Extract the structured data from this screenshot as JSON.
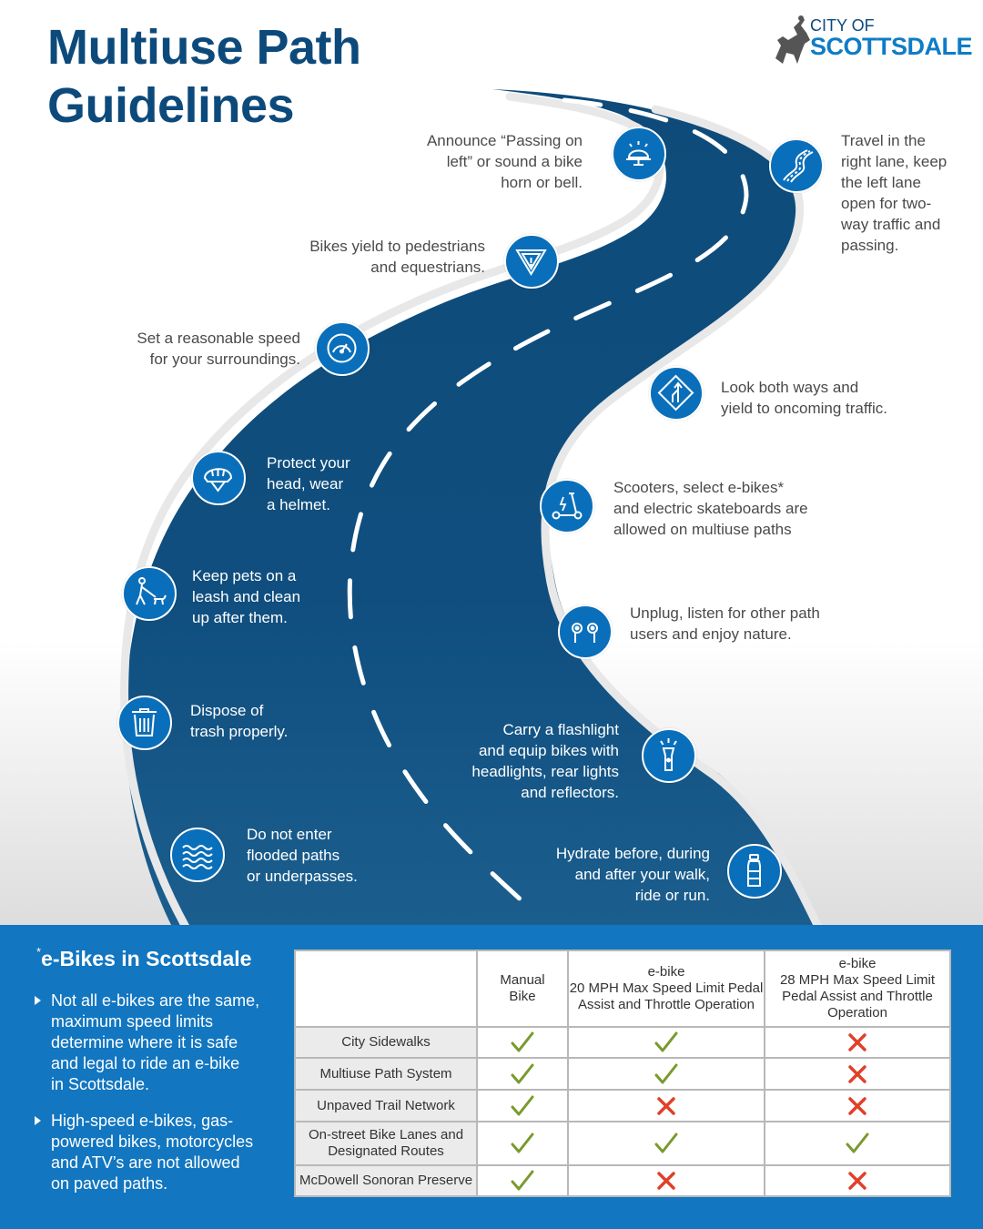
{
  "title": {
    "line1": "Multiuse Path",
    "line2": "Guidelines"
  },
  "logo": {
    "small": "CITY OF",
    "big": "SCOTTSDALE"
  },
  "tips": [
    {
      "id": "announce",
      "icon": "bell-icon",
      "lines": [
        "Announce “Passing on",
        "left” or sound a bike",
        "horn or bell."
      ]
    },
    {
      "id": "travel",
      "icon": "winding-lane-icon",
      "lines": [
        "Travel in the",
        "right lane, keep",
        "the left lane",
        "open for two-",
        "way traffic and",
        "passing."
      ]
    },
    {
      "id": "yield",
      "icon": "yield-sign-icon",
      "lines": [
        "Bikes yield to pedestrians",
        "and equestrians."
      ]
    },
    {
      "id": "speed",
      "icon": "speedometer-icon",
      "lines": [
        "Set a reasonable speed",
        "for your surroundings."
      ]
    },
    {
      "id": "look",
      "icon": "merge-sign-icon",
      "lines": [
        "Look both ways and",
        "yield to oncoming traffic."
      ]
    },
    {
      "id": "helmet",
      "icon": "helmet-icon",
      "lines": [
        "Protect your",
        "head, wear",
        "a helmet."
      ]
    },
    {
      "id": "scooters",
      "icon": "scooter-icon",
      "lines": [
        "Scooters, select e-bikes*",
        "and electric skateboards are",
        "allowed on multiuse paths"
      ]
    },
    {
      "id": "pets",
      "icon": "dog-walker-icon",
      "lines": [
        "Keep pets on a",
        "leash and clean",
        "up after them."
      ]
    },
    {
      "id": "unplug",
      "icon": "earbuds-icon",
      "lines": [
        "Unplug, listen for other path",
        "users and enjoy nature."
      ]
    },
    {
      "id": "trash",
      "icon": "trash-can-icon",
      "lines": [
        "Dispose of",
        "trash properly."
      ]
    },
    {
      "id": "flashlight",
      "icon": "flashlight-icon",
      "lines": [
        "Carry a flashlight",
        "and equip bikes with",
        "headlights, rear lights",
        "and reflectors."
      ]
    },
    {
      "id": "flood",
      "icon": "water-waves-icon",
      "lines": [
        "Do not enter",
        "flooded paths",
        "or underpasses."
      ]
    },
    {
      "id": "hydrate",
      "icon": "water-bottle-icon",
      "lines": [
        "Hydrate before, during",
        "and after your walk,",
        "ride or run."
      ]
    }
  ],
  "ebikes": {
    "asterisk": "*",
    "title": "e-Bikes in Scottsdale",
    "bullets": [
      [
        "Not all e-bikes are the same,",
        "maximum speed limits",
        "determine where it is safe",
        "and legal to ride an e-bike",
        "in Scottsdale."
      ],
      [
        "High-speed e-bikes, gas-",
        "powered bikes, motorcycles",
        "and ATV’s are not allowed",
        "on paved paths."
      ]
    ]
  },
  "table": {
    "headers": [
      [
        "Manual",
        "Bike"
      ],
      [
        "e-bike",
        "20 MPH Max Speed Limit Pedal",
        "Assist and Throttle Operation"
      ],
      [
        "e-bike",
        "28 MPH Max Speed Limit",
        "Pedal Assist and Throttle",
        "Operation"
      ]
    ],
    "rows": [
      {
        "label": [
          "City Sidewalks"
        ],
        "values": [
          "yes",
          "yes",
          "no"
        ]
      },
      {
        "label": [
          "Multiuse Path System"
        ],
        "values": [
          "yes",
          "yes",
          "no"
        ]
      },
      {
        "label": [
          "Unpaved Trail Network"
        ],
        "values": [
          "yes",
          "no",
          "no"
        ]
      },
      {
        "label": [
          "On-street Bike Lanes and",
          "Designated Routes"
        ],
        "values": [
          "yes",
          "yes",
          "yes"
        ]
      },
      {
        "label": [
          "McDowell Sonoran Preserve"
        ],
        "values": [
          "yes",
          "no",
          "no"
        ]
      }
    ]
  },
  "colors": {
    "title": "#0d4a7c",
    "road_dark": "#0e4a78",
    "icon_fill": "#0a6fba",
    "bottom_band": "#1276c0",
    "check": "#7a9a2e",
    "cross": "#e0402a"
  }
}
